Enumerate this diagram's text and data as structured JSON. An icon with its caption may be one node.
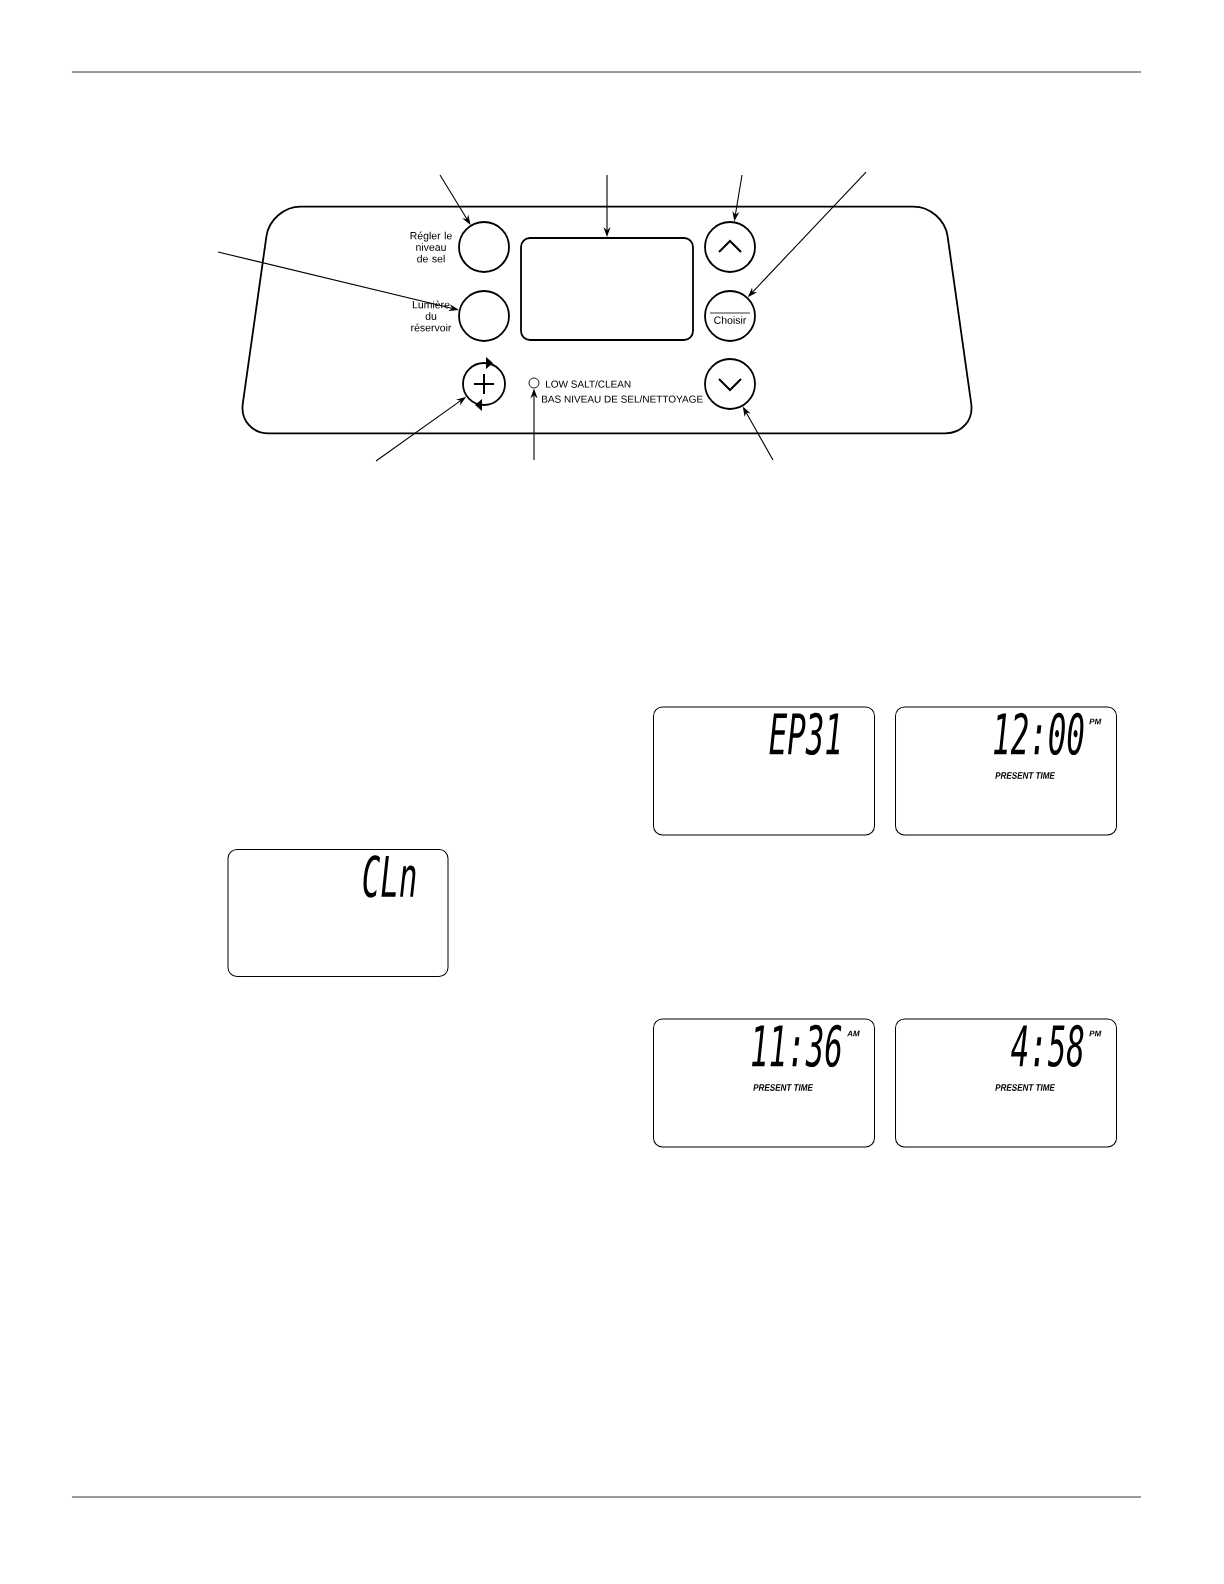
{
  "diagram": {
    "nodes": [
      {
        "text": [],
        "shape": "box"
      },
      {
        "text": [
          "Régler le niveau de sel"
        ],
        "in": 0
      },
      {
        "text": [
          "Lumière du réservoir"
        ],
        "in": 0
      },
      {
        "text": [],
        "shape": "box",
        "in": 0
      },
      {
        "text": [],
        "shape": "circle",
        "in": 0
      },
      {
        "text": [
          "Choisir"
        ],
        "in": 0
      },
      {
        "text": [],
        "shape": "circle",
        "in": 0
      },
      {
        "text": [],
        "shape": "circle",
        "in": 0
      },
      {
        "text": [],
        "shape": "circle",
        "in": 0
      },
      {
        "text": [
          "EP31"
        ]
      },
      {
        "text": [
          "12:00",
          "PM",
          "PRESENT TIME"
        ]
      },
      {
        "text": [
          "CLn"
        ]
      },
      {
        "text": [
          "11:36",
          "AM",
          "PRESENT TIME"
        ]
      },
      {
        "text": [
          "4:58",
          "PM",
          "PRESENT TIME"
        ]
      }
    ],
    "edges": [
      {
        "from": null,
        "to": 1,
        "arrow": "to"
      },
      {
        "from": null,
        "to": 2,
        "arrow": "to"
      },
      {
        "from": null,
        "to": 3,
        "arrow": "to"
      },
      {
        "from": null,
        "to": 4,
        "arrow": "to"
      },
      {
        "from": null,
        "to": 5,
        "arrow": "to"
      },
      {
        "from": null,
        "to": 6,
        "arrow": "to"
      },
      {
        "from": null,
        "to": 7,
        "arrow": "to"
      },
      {
        "from": null,
        "to": 8,
        "arrow": "to"
      }
    ],
    "labels": [
      "LOW SALT/CLEAN",
      "BAS NIVEAU DE SEL/NETTOYAGE"
    ]
  }
}
